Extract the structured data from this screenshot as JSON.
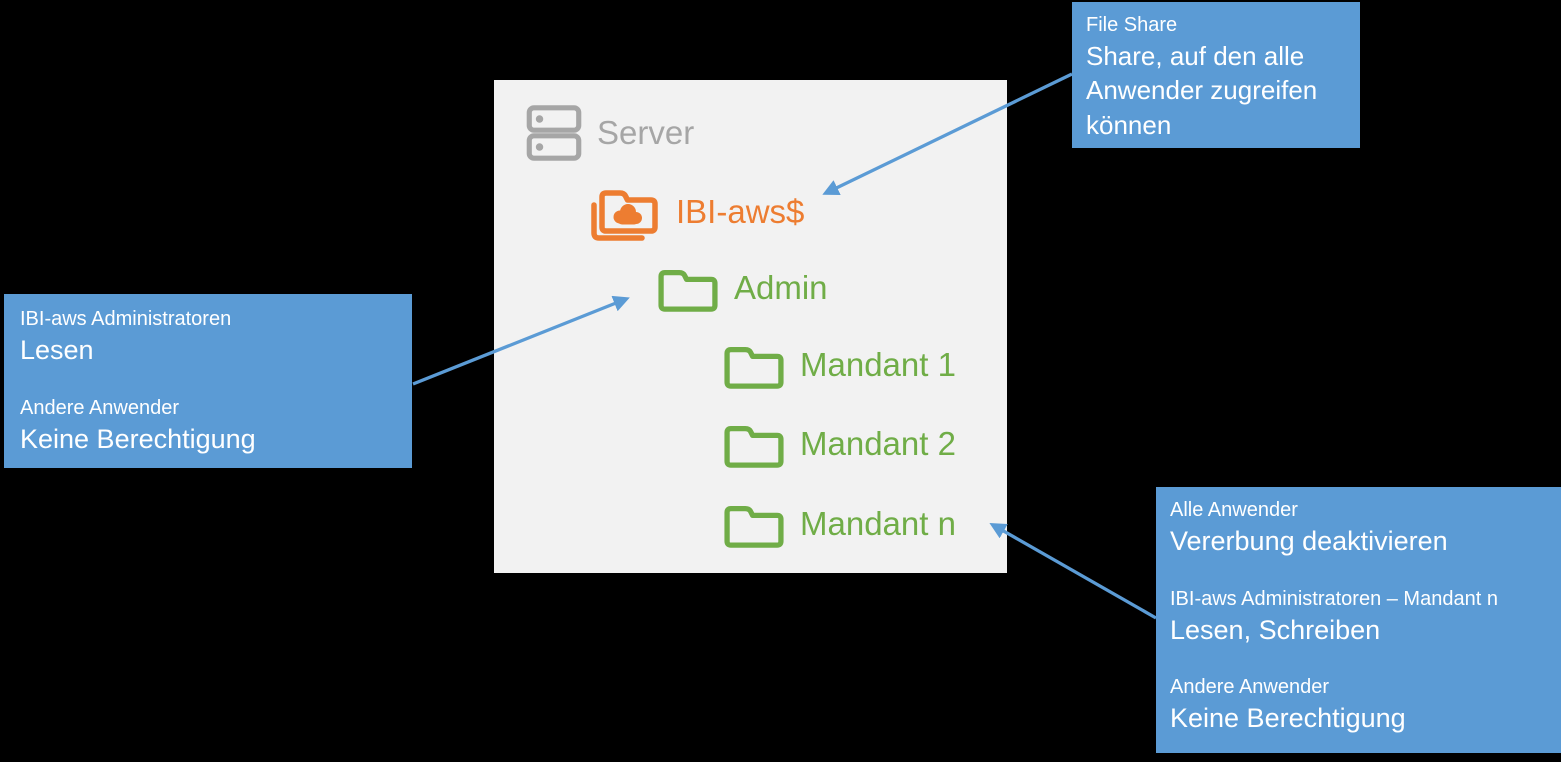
{
  "diagram_title": "IBI-aws file share permissions diagram",
  "colors": {
    "background": "#000000",
    "panel_background": "#F2F2F2",
    "callout_blue": "#5B9BD5",
    "arrow_blue": "#5B9BD5",
    "folder_green": "#70AD47",
    "share_orange": "#ED7D31",
    "server_gray": "#A6A6A6",
    "callout_text": "#FFFFFF"
  },
  "tree": {
    "items": [
      {
        "label": "Server",
        "icon": "server-icon",
        "color": "#A6A6A6"
      },
      {
        "label": "IBI-aws$",
        "icon": "shared-folder-icon",
        "color": "#ED7D31"
      },
      {
        "label": "Admin",
        "icon": "folder-icon",
        "color": "#70AD47"
      },
      {
        "label": "Mandant 1",
        "icon": "folder-icon",
        "color": "#70AD47"
      },
      {
        "label": "Mandant 2",
        "icon": "folder-icon",
        "color": "#70AD47"
      },
      {
        "label": "Mandant n",
        "icon": "folder-icon",
        "color": "#70AD47"
      }
    ]
  },
  "callouts": {
    "file_share": {
      "title": "File Share",
      "body": "Share, auf den alle Anwender zugreifen können",
      "points_to": "IBI-aws$"
    },
    "admin_permissions": {
      "points_to": "Admin",
      "groups": [
        {
          "name": "IBI-aws Administratoren",
          "permission": "Lesen"
        },
        {
          "name": "Andere Anwender",
          "permission": "Keine Berechtigung"
        }
      ]
    },
    "mandant_permissions": {
      "points_to": "Mandant n",
      "groups": [
        {
          "name": "Alle Anwender",
          "permission": "Vererbung deaktivieren"
        },
        {
          "name": "IBI-aws Administratoren – Mandant n",
          "permission": "Lesen, Schreiben"
        },
        {
          "name": "Andere Anwender",
          "permission": "Keine Berechtigung"
        }
      ]
    }
  }
}
